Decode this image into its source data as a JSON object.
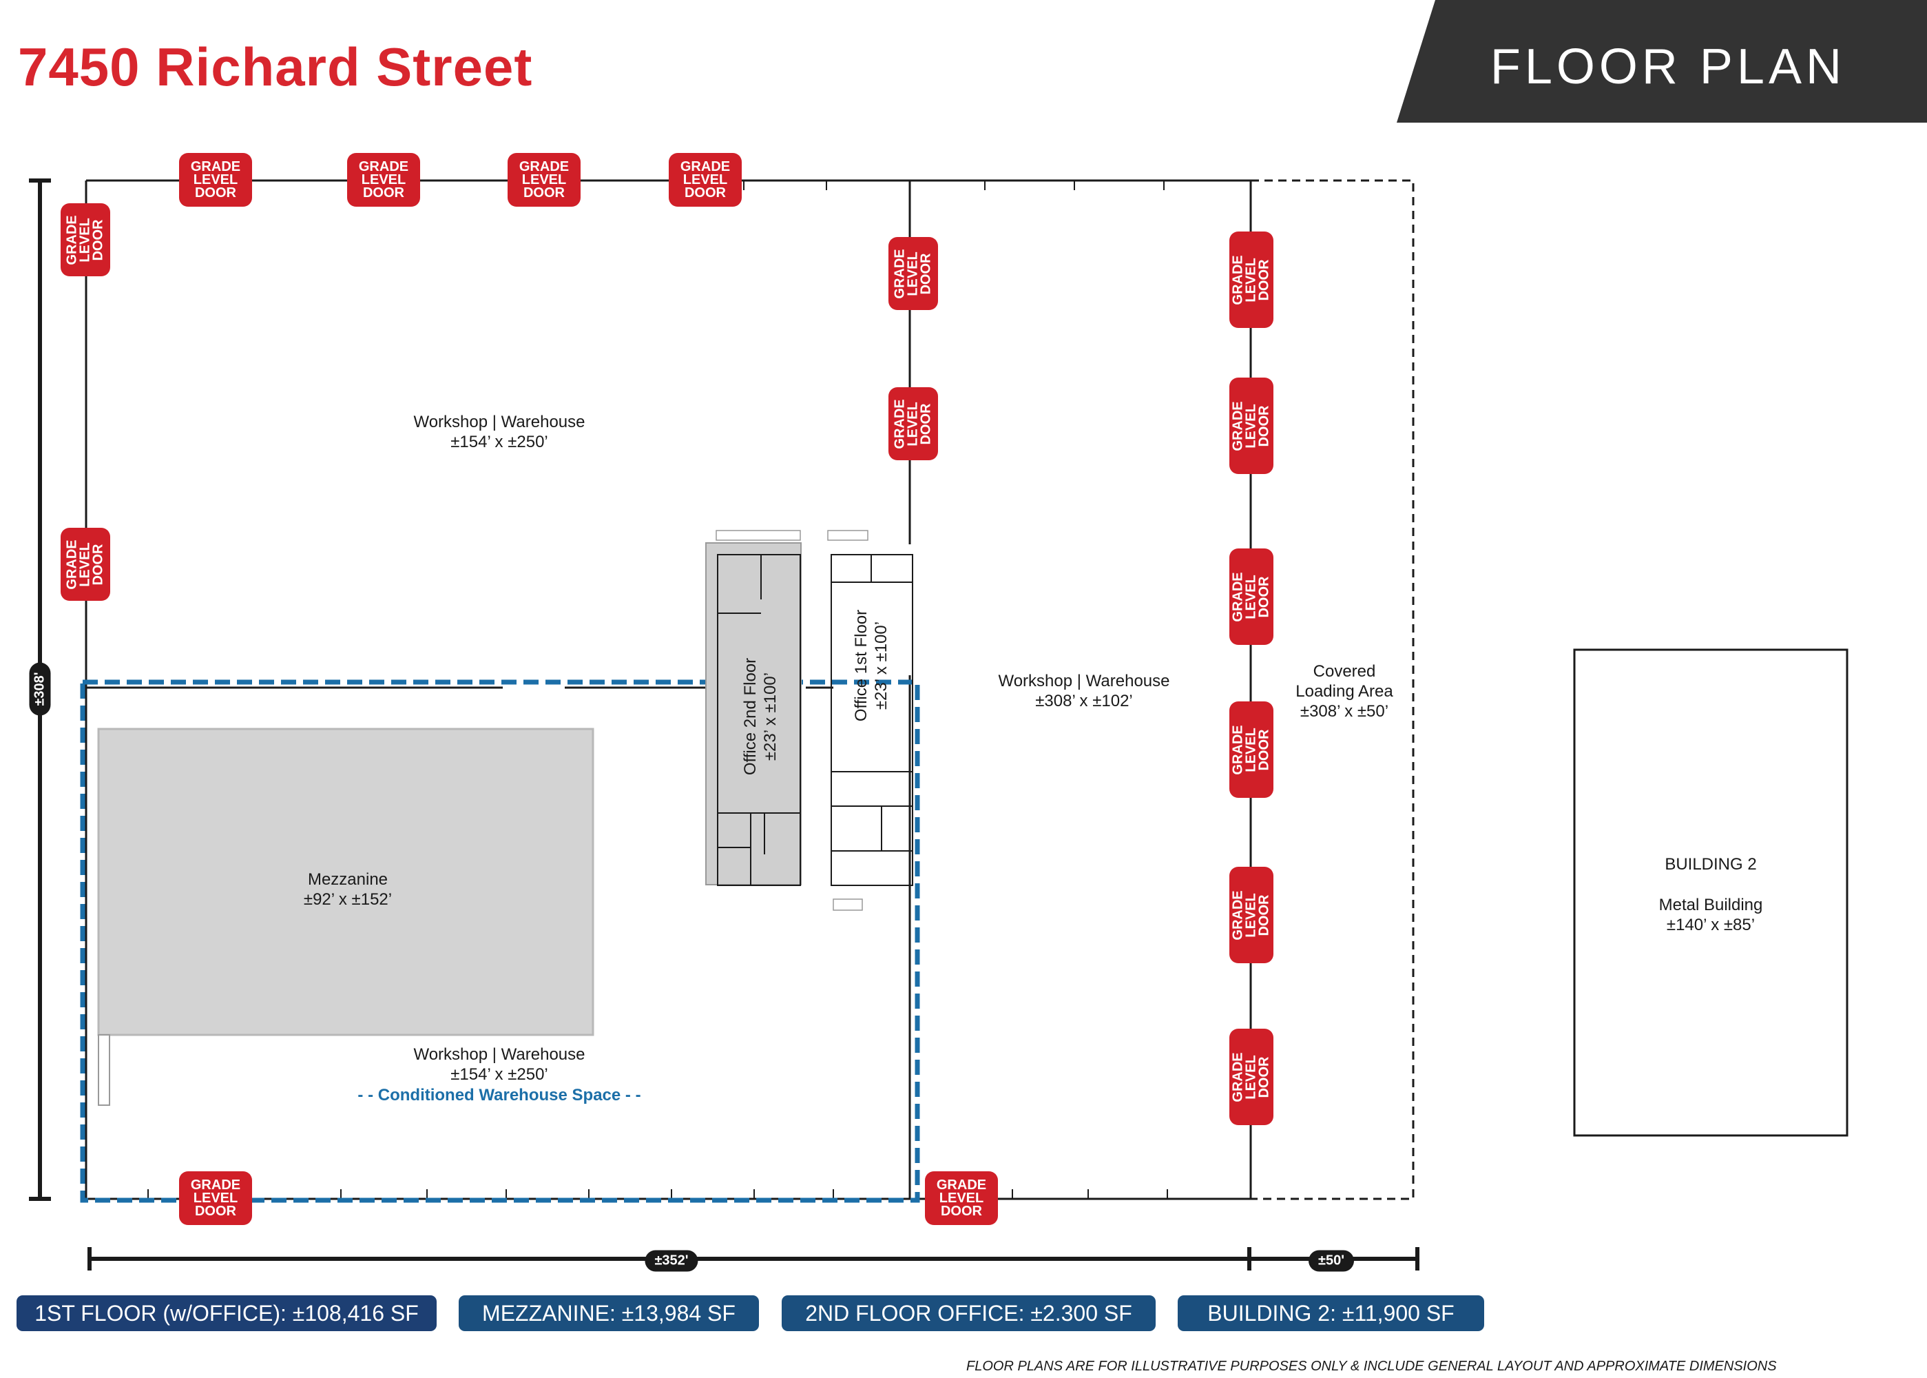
{
  "header": {
    "title": "7450 Richard Street",
    "banner": "FLOOR PLAN"
  },
  "door_label": "GRADE LEVEL DOOR",
  "door_words": [
    "GRADE",
    "LEVEL",
    "DOOR"
  ],
  "rooms": {
    "warehouse_nw": {
      "name": "Workshop | Warehouse",
      "size": "±154’ x ±250’"
    },
    "warehouse_sw": {
      "name": "Workshop | Warehouse",
      "size": "±154’ x ±250’",
      "note": "- - Conditioned Warehouse Space - -"
    },
    "warehouse_east": {
      "name": "Workshop | Warehouse",
      "size": "±308’ x ±102’"
    },
    "mezzanine": {
      "name": "Mezzanine",
      "size": "±92’ x ±152’"
    },
    "office_2nd": {
      "name": "Office 2nd Floor",
      "size": "±23’ x ±100’"
    },
    "office_1st": {
      "name": "Office 1st Floor",
      "size": "±23’ x ±100’"
    },
    "covered_loading": {
      "line1": "Covered",
      "line2": "Loading Area",
      "size": "±308’ x ±50’"
    },
    "building2": {
      "name": "BUILDING 2",
      "type": "Metal Building",
      "size": "±140’ x ±85’"
    }
  },
  "dimensions": {
    "height": "±308'",
    "width_main": "±352'",
    "width_loading": "±50'"
  },
  "areas": [
    {
      "label": "1ST FLOOR (w/OFFICE):  ±108,416 SF",
      "color": "#1d3f73"
    },
    {
      "label": "MEZZANINE:  ±13,984 SF",
      "color": "#1b4f7e"
    },
    {
      "label": "2ND FLOOR OFFICE:  ±2.300 SF",
      "color": "#1b4f7e"
    },
    {
      "label": "BUILDING 2:  ±11,900 SF",
      "color": "#1b4f7e"
    }
  ],
  "disclaimer": "FLOOR PLANS ARE FOR ILLUSTRATIVE PURPOSES ONLY & INCLUDE GENERAL LAYOUT AND APPROXIMATE DIMENSIONS",
  "colors": {
    "accent_red": "#d8262e",
    "door_red": "#d01f28",
    "banner_dark": "#333333",
    "conditioned_blue": "#1c6fa8",
    "mezzanine_grey": "#d3d3d3"
  }
}
